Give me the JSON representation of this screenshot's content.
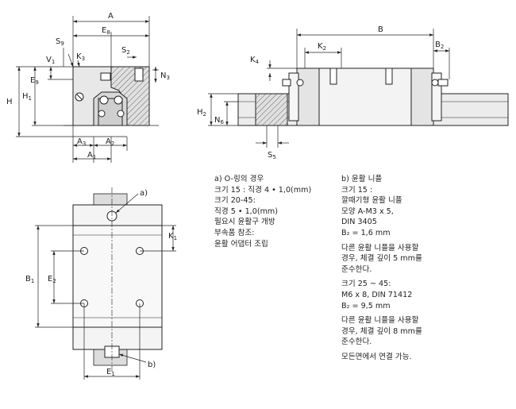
{
  "labels": {
    "A": {
      "m": "A",
      "s": ""
    },
    "E8": {
      "m": "E",
      "s": "8"
    },
    "S9": {
      "m": "S",
      "s": "9"
    },
    "V1": {
      "m": "V",
      "s": "1"
    },
    "K3": {
      "m": "K",
      "s": "3"
    },
    "S2": {
      "m": "S",
      "s": "2"
    },
    "N3": {
      "m": "N",
      "s": "3"
    },
    "H": {
      "m": "H",
      "s": ""
    },
    "H1": {
      "m": "H",
      "s": "1"
    },
    "E9": {
      "m": "E",
      "s": "9"
    },
    "A3": {
      "m": "A",
      "s": "3"
    },
    "A2": {
      "m": "A",
      "s": "2"
    },
    "A1": {
      "m": "A",
      "s": "1"
    },
    "B": {
      "m": "B",
      "s": ""
    },
    "K2": {
      "m": "K",
      "s": "2"
    },
    "B2": {
      "m": "B",
      "s": "2"
    },
    "K4": {
      "m": "K",
      "s": "4"
    },
    "H2": {
      "m": "H",
      "s": "2"
    },
    "N6": {
      "m": "N",
      "s": "6"
    },
    "S5": {
      "m": "S",
      "s": "5"
    },
    "a": {
      "m": "a)",
      "s": ""
    },
    "b": {
      "m": "b)",
      "s": ""
    },
    "K1": {
      "m": "K",
      "s": "1"
    },
    "B1": {
      "m": "B",
      "s": "1"
    },
    "E2": {
      "m": "E",
      "s": "2"
    },
    "E1": {
      "m": "E",
      "s": "1"
    }
  },
  "notes_a": [
    "a) O-링의 경우",
    "    크기 15 : 직경 4 • 1,0(mm)",
    "    크기 20-45:",
    "    직경 5 • 1,0(mm)",
    "    필요시 윤활구 개방",
    "    부속품 참조:",
    "    윤활 어댑터 조립"
  ],
  "notes_b": {
    "g1": [
      "b) 윤활 니플",
      "    크기 15 :",
      "    깔때기형 윤활 니플",
      "    모양 A-M3 x 5,",
      "    DIN 3405",
      "    B₂ = 1,6 mm"
    ],
    "g2": [
      "    다른 윤활 니플을 사용할",
      "    경우, 체결 깊이 5 mm를",
      "    준수한다."
    ],
    "g3": [
      "    크기 25 ~ 45:",
      "    M6 x 8, DIN 71412",
      "    B₂ = 9,5 mm"
    ],
    "g4": [
      "    다른 윤활 니플을 사용할",
      "    경우, 체결 깊이 8 mm를",
      "    준수한다."
    ],
    "g5": [
      "    모든면에서 연결 가능."
    ]
  }
}
